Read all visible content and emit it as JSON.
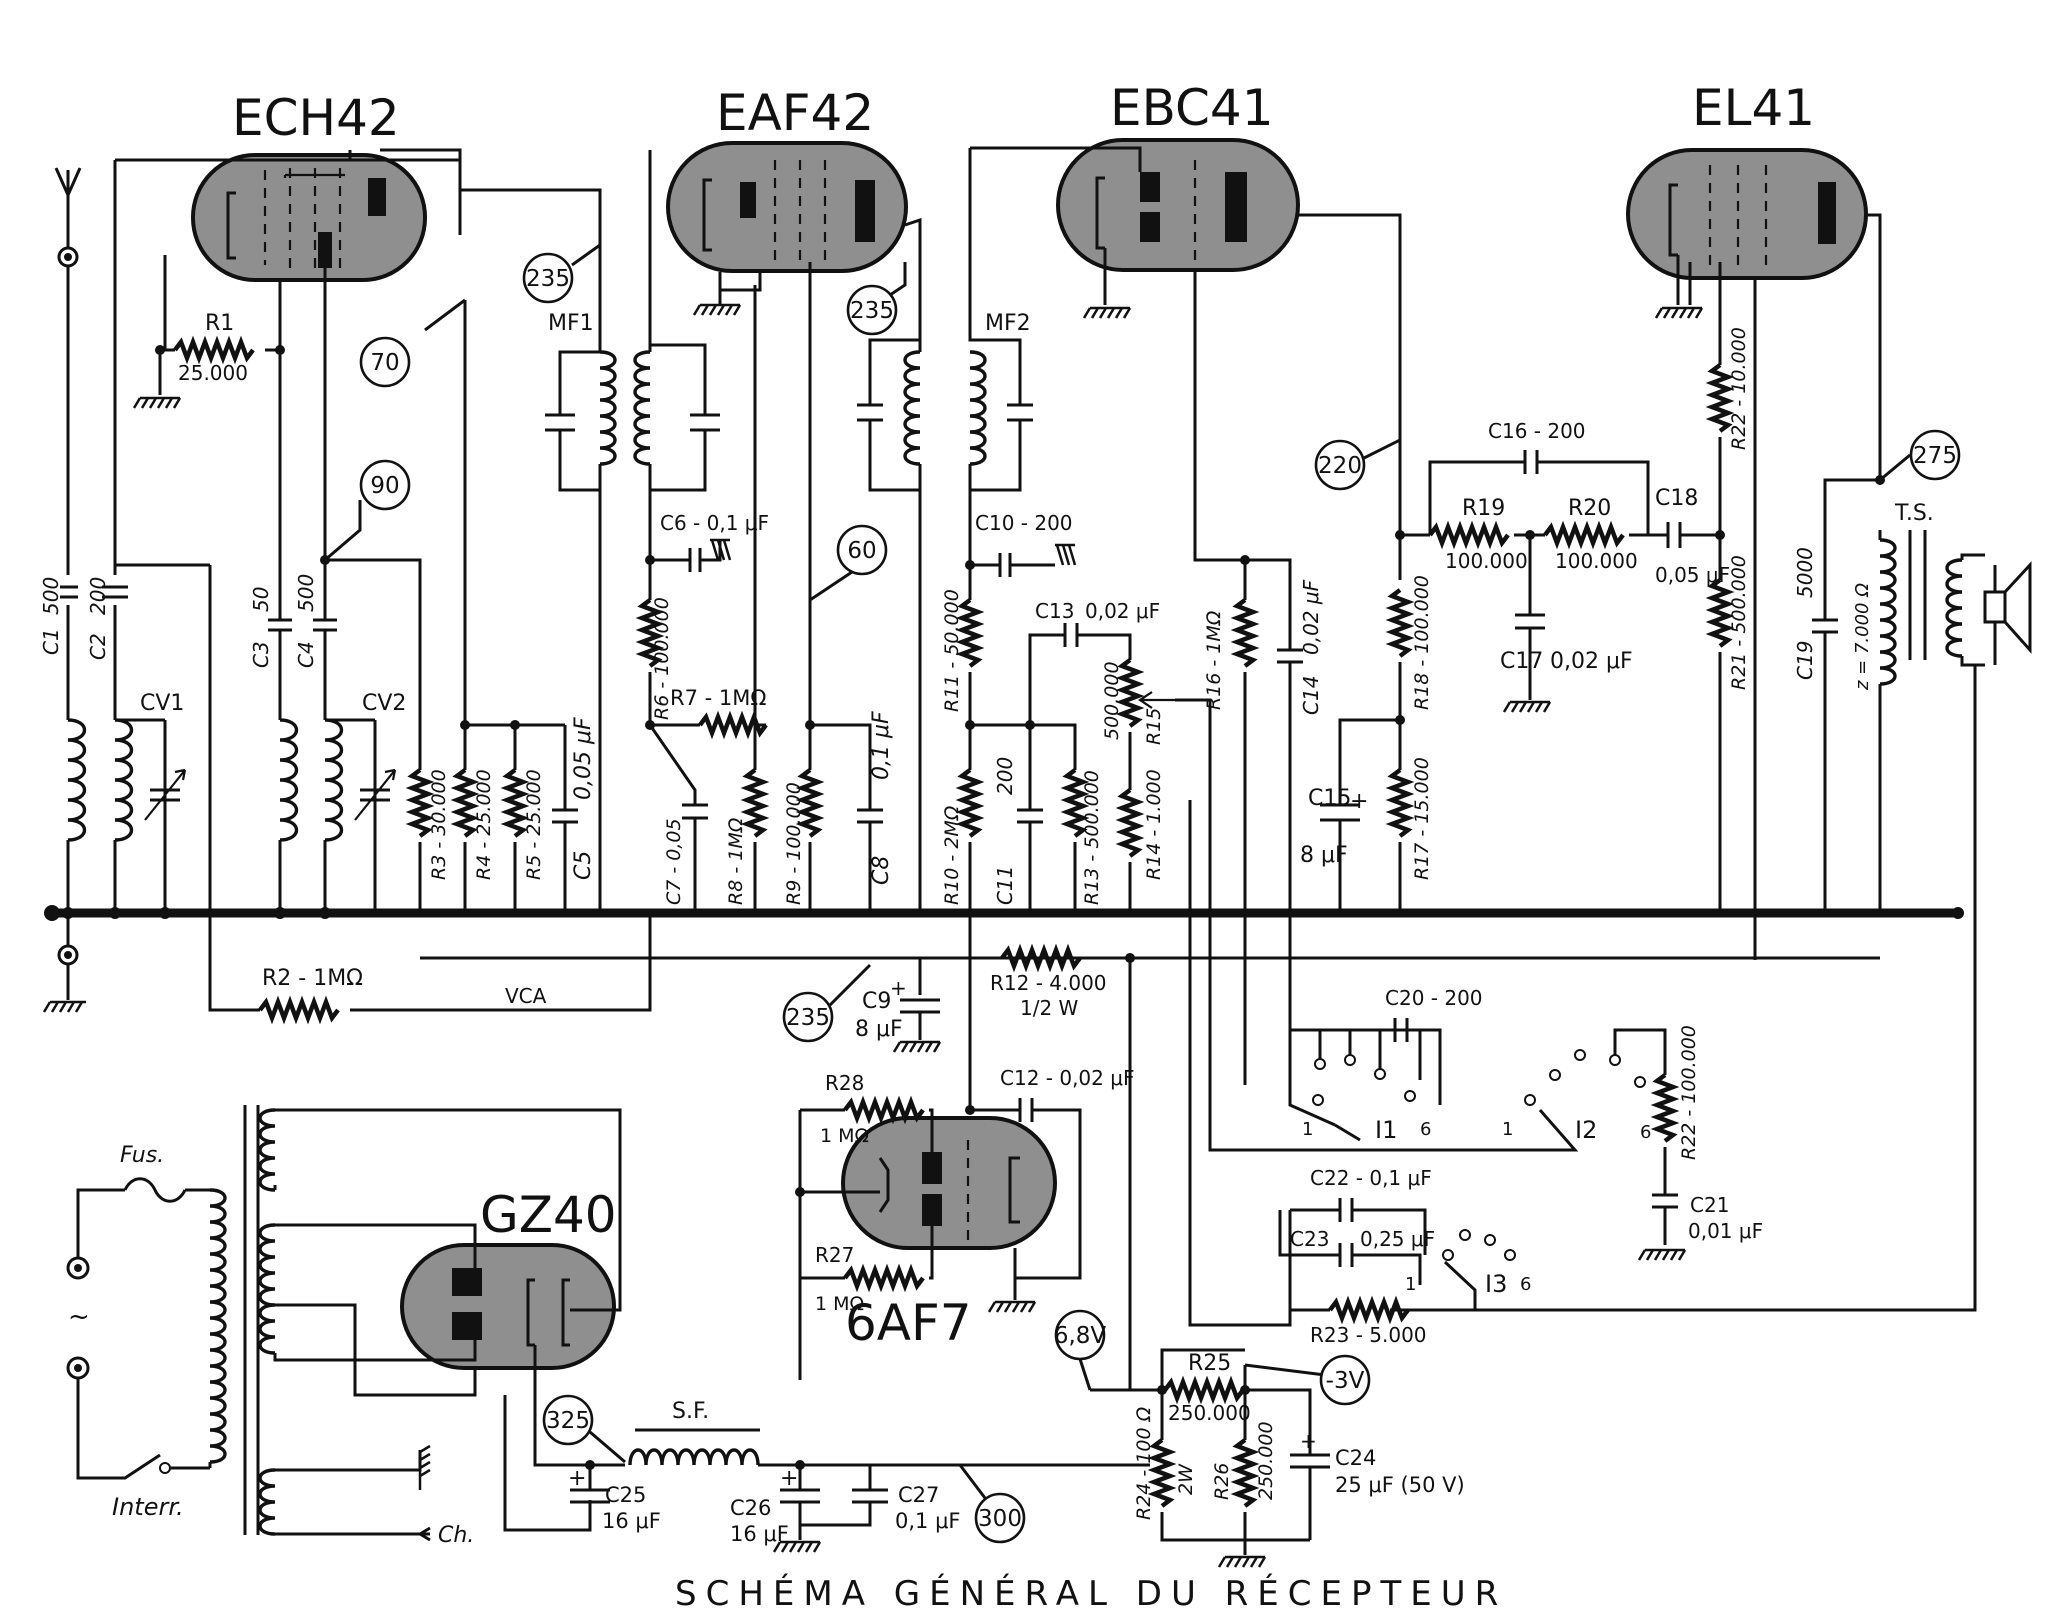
{
  "title": "SCHÉMA GÉNÉRAL DU RÉCEPTEUR",
  "tubes": [
    {
      "id": "ech42",
      "label": "ECH42"
    },
    {
      "id": "eaf42",
      "label": "EAF42"
    },
    {
      "id": "ebc41",
      "label": "EBC41"
    },
    {
      "id": "el41",
      "label": "EL41"
    },
    {
      "id": "gz40",
      "label": "GZ40"
    },
    {
      "id": "6af7",
      "label": "6AF7"
    }
  ],
  "voltages": [
    "235",
    "70",
    "90",
    "235",
    "60",
    "220",
    "275",
    "235",
    "6,8V",
    "-3V",
    "325",
    "300"
  ],
  "transformers": {
    "mf1": "MF1",
    "mf2": "MF2",
    "ts": "T.S.",
    "ts_impedance": "z = 7.000 Ω",
    "sf": "S.F."
  },
  "components": {
    "r1": "R1",
    "r1_val": "25.000",
    "c1": "C1",
    "c1_val": "500",
    "c2": "C2",
    "c2_val": "200",
    "c3": "C3",
    "c3_val": "50",
    "c4": "C4",
    "c4_val": "500",
    "cv1": "CV1",
    "cv2": "CV2",
    "r3": "R3 - 30.000",
    "r4": "R4 - 25.000",
    "r5": "R5 - 25.000",
    "c5": "C5",
    "c5_val": "0,05 μF",
    "r6": "R6 - 100.000",
    "c6": "C6 - 0,1 μF",
    "r7": "R7 - 1MΩ",
    "c7": "C7 - 0,05",
    "r8": "R8 - 1MΩ",
    "r9": "R9 - 100.000",
    "c8": "C8",
    "c8_val": "0,1 μF",
    "c10": "C10 - 200",
    "r11": "R11 - 50.000",
    "r10": "R10 - 2MΩ",
    "c11": "C11",
    "c11_val": "200",
    "c13": "C13",
    "c13_val": "0,02 μF",
    "r13": "R13 - 500.000",
    "r15": "R15",
    "r15_val": "500.000",
    "r14": "R14 - 1.000",
    "r16": "R16 - 1MΩ",
    "c14": "C14",
    "c14_val": "0,02 μF",
    "c15": "C15",
    "c15_val": "8 μF",
    "c16": "C16 - 200",
    "r19": "R19",
    "r19_val": "100.000",
    "r20": "R20",
    "r20_val": "100.000",
    "c17": "C17",
    "c17_val": "0,02 μF",
    "c18": "C18",
    "c18_val": "0,05 μF",
    "r18": "R18 - 100.000",
    "r17": "R17 - 15.000",
    "r22a": "R22 - 10.000",
    "r21": "R21 - 500.000",
    "c19": "C19",
    "c19_val": "5000",
    "r2": "R2 - 1MΩ",
    "vca": "VCA",
    "c9": "C9",
    "c9_val": "8 μF",
    "r12": "R12 - 4.000",
    "r12_val": "1/2 W",
    "c20": "C20 - 200",
    "i1": "I1",
    "i2": "I2",
    "i3": "I3",
    "r22b": "R22 - 100.000",
    "c21": "C21",
    "c21_val": "0,01 μF",
    "c22": "C22 - 0,1 μF",
    "c23": "C23",
    "c23_val": "0,25 μF",
    "r23": "R23 - 5.000",
    "r28": "R28",
    "r28_val": "1 MΩ",
    "r27": "R27",
    "r27_val": "1 MΩ",
    "c12": "C12 - 0,02 μF",
    "r25": "R25",
    "r25_val": "250.000",
    "r24": "R24 - 100 Ω",
    "r24_val": "2W",
    "r26": "R26",
    "r26_val": "250.000",
    "c24": "C24",
    "c24_val": "25 μF (50 V)",
    "c25": "C25",
    "c25_val": "16 μF",
    "c26": "C26",
    "c26_val": "16 μF",
    "c27": "C27",
    "c27_val": "0,1 μF",
    "fus": "Fus.",
    "interr": "Interr.",
    "ch": "Ch.",
    "ac": "~"
  },
  "switch_positions": {
    "a": "1",
    "b": "6",
    "c": "1",
    "d": "6",
    "e": "1",
    "f": "6"
  }
}
